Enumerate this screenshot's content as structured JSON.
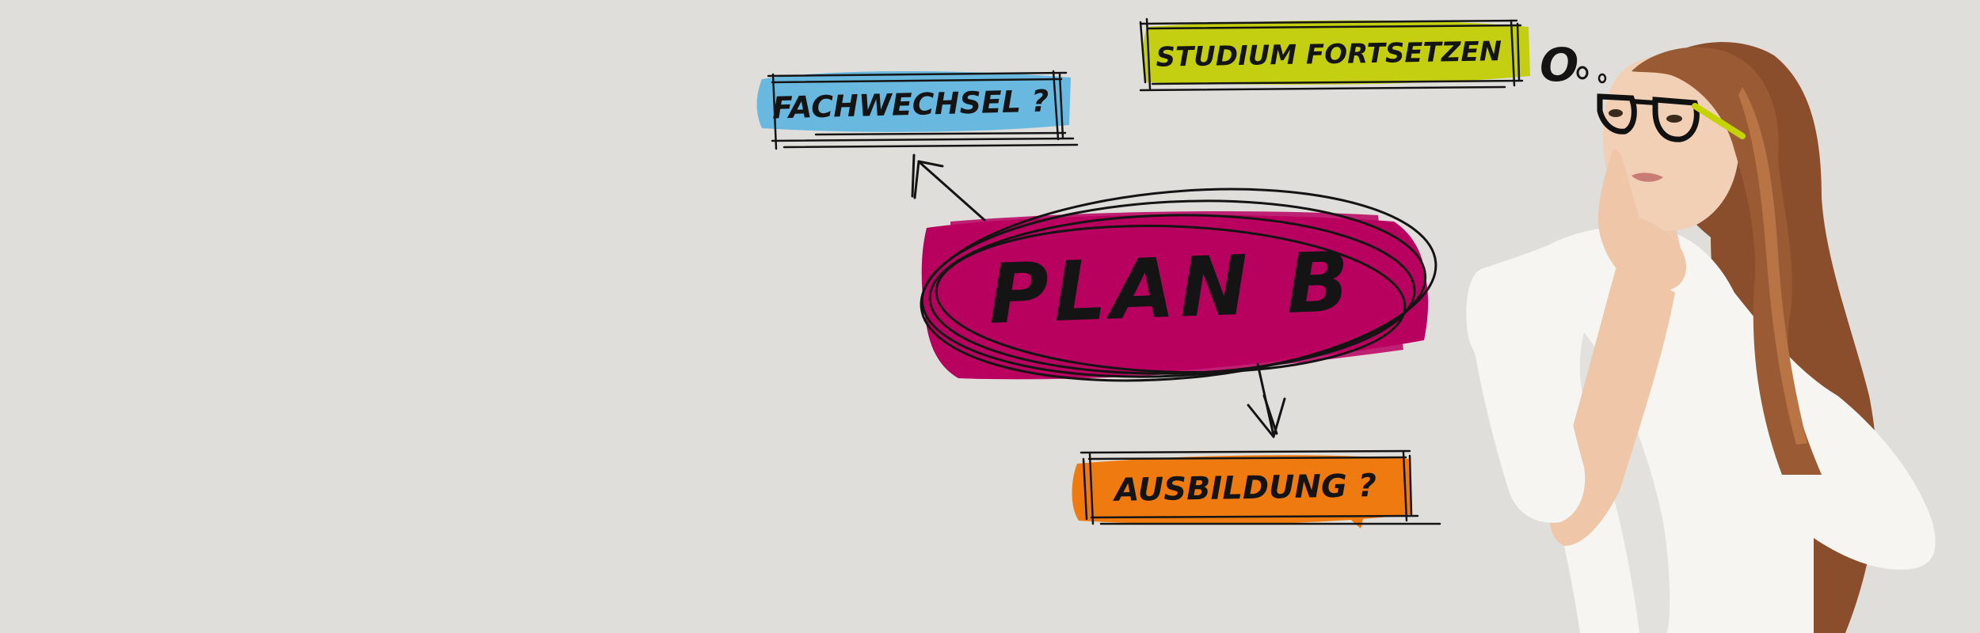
{
  "banner": {
    "plan_label": "PLAN B",
    "options": {
      "switch_subject": "FACHWECHSEL ?",
      "continue_studies": "STUDIUM FORTSETZEN",
      "apprenticeship": "AUSBILDUNG ?"
    },
    "thought_bubble": "O",
    "colors": {
      "background": "#dfdedb",
      "plan": "#b8005f",
      "switch_subject": "#68b8e0",
      "continue_studies": "#c4cf12",
      "apprenticeship": "#ef7b10",
      "ink": "#141414"
    }
  }
}
